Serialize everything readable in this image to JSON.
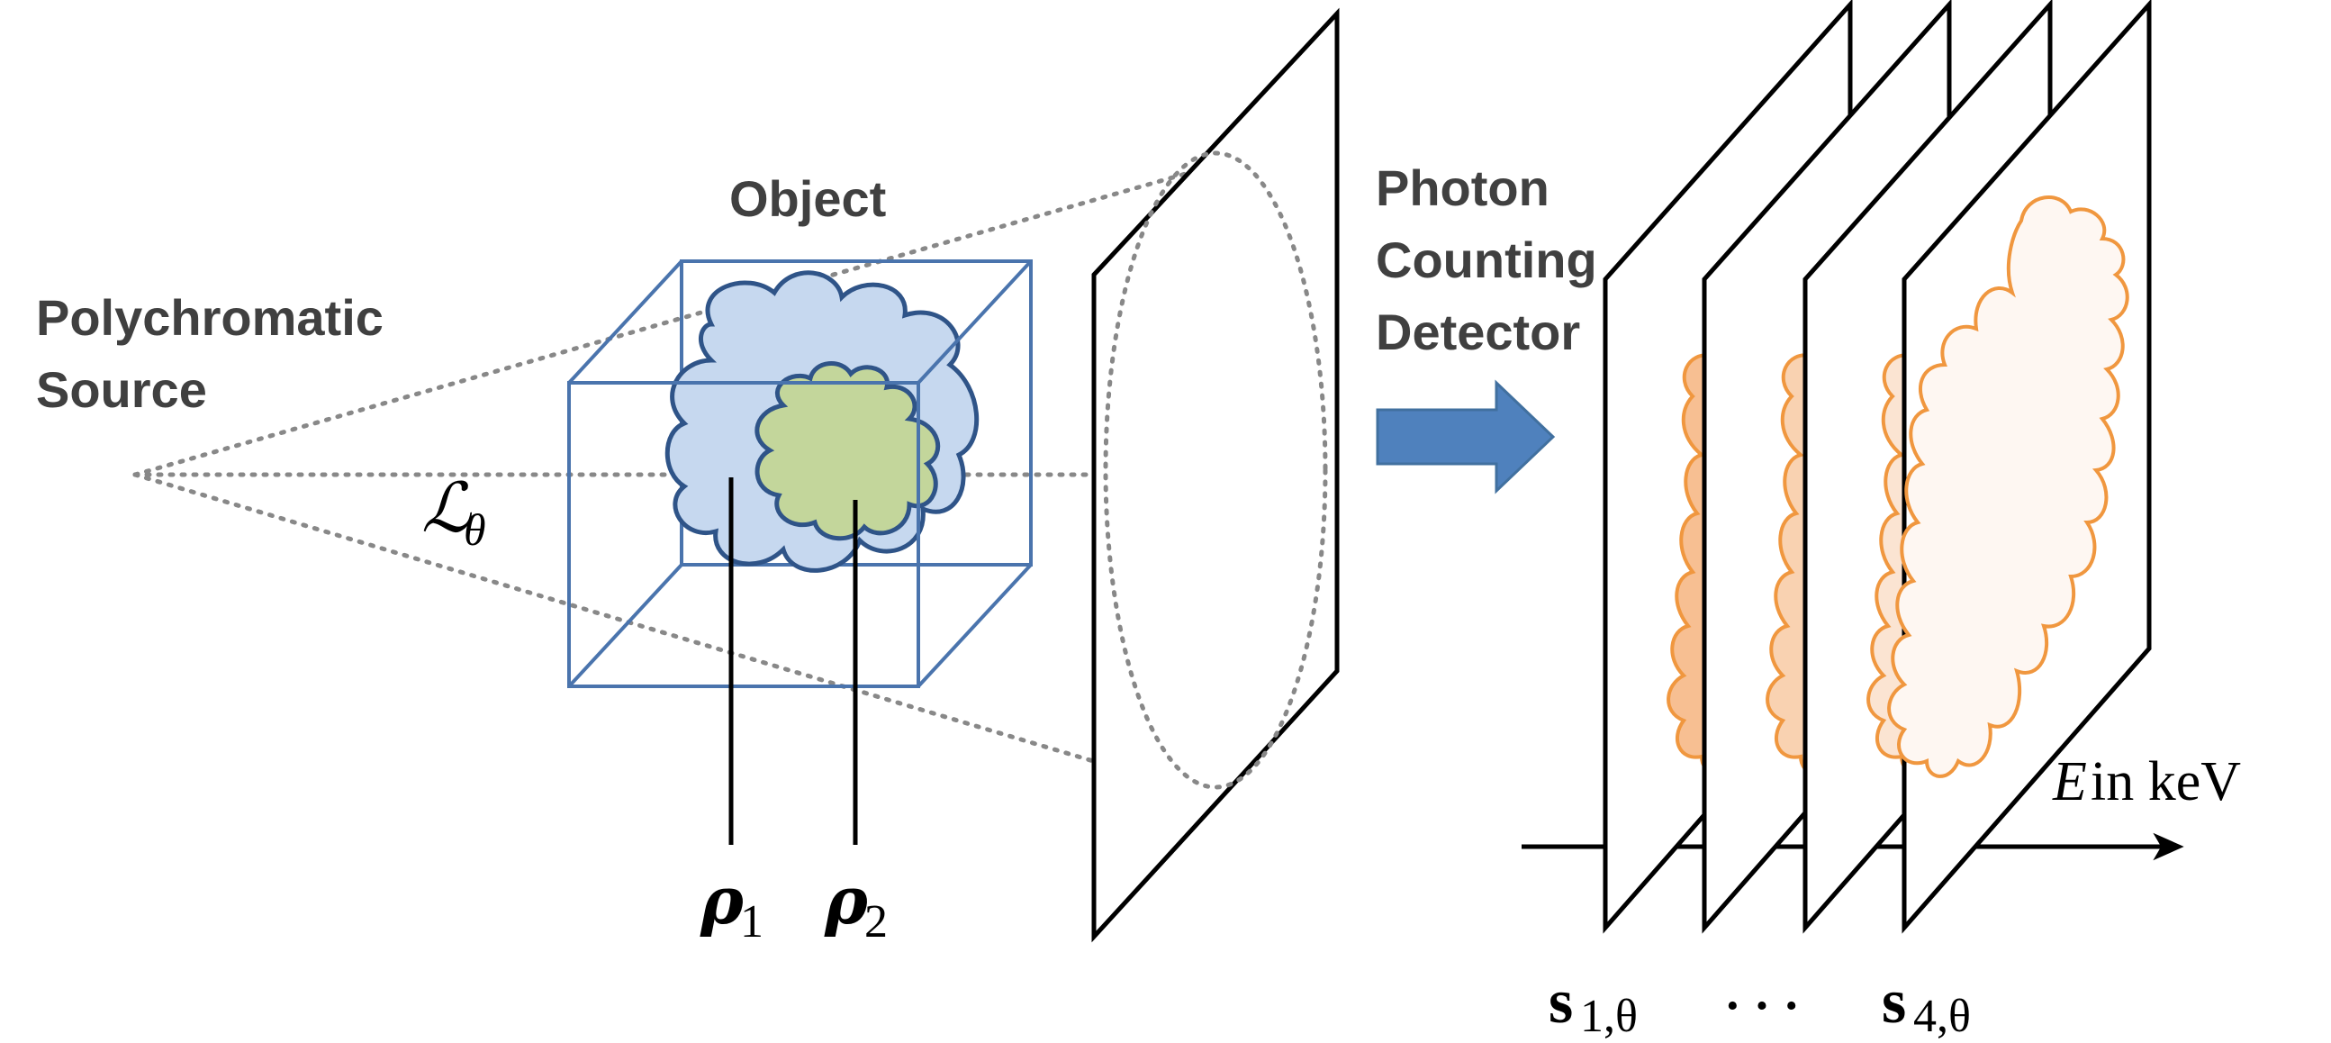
{
  "labels": {
    "source_line1": "Polychromatic",
    "source_line2": "Source",
    "object": "Object",
    "detector_line1": "Photon",
    "detector_line2": "Counting",
    "detector_line3": "Detector",
    "line_symbol": "ℒ",
    "line_subscript": "θ",
    "rho1_symbol": "ρ",
    "rho1_subscript": "1",
    "rho2_symbol": "ρ",
    "rho2_subscript": "2",
    "axis_symbol": "E",
    "axis_unit": " in keV",
    "s1_symbol": "s",
    "s1_subscript": "1,θ",
    "ellipsis": "· · ·",
    "s4_symbol": "s",
    "s4_subscript": "4,θ"
  },
  "colors": {
    "cube_edge": "#4a74ad",
    "cloud_blue_fill": "#c6d8ef",
    "cloud_blue_stroke": "#2f5488",
    "cloud_green_fill": "#c3d69b",
    "cloud_green_stroke": "#2f5488",
    "arrow_fill": "#4f81bd",
    "arrow_stroke": "#41709f",
    "orange_stroke": "#f0973f",
    "energy_fills": [
      "#f7bf92",
      "#f9d2b1",
      "#fbe4d2",
      "#fef7f2"
    ],
    "beam_dots": "#888888",
    "label_text": "#404040"
  }
}
